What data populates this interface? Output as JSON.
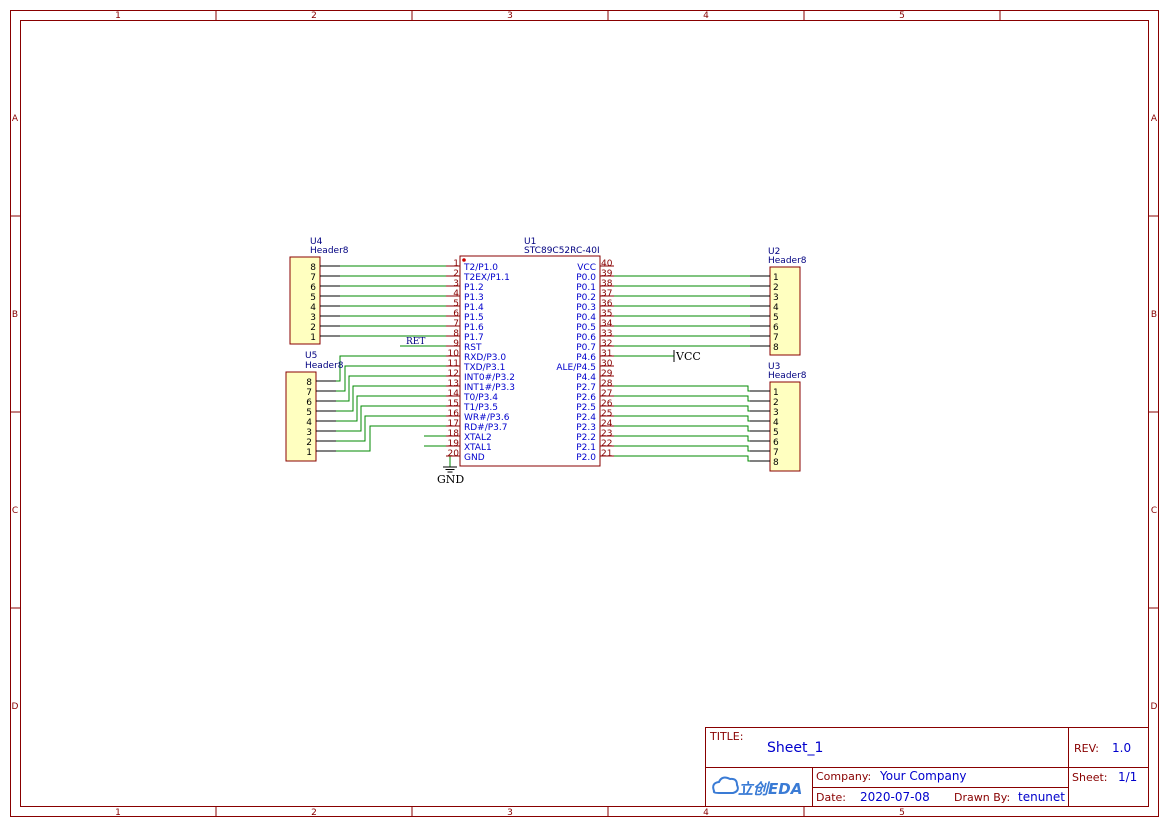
{
  "ruler": {
    "columns": [
      "1",
      "2",
      "3",
      "4",
      "5"
    ],
    "rows": [
      "A",
      "B",
      "C",
      "D"
    ]
  },
  "u1": {
    "designator": "U1",
    "part": "STC89C52RC-40I",
    "left_pins": [
      {
        "num": "1",
        "name": "T2/P1.0"
      },
      {
        "num": "2",
        "name": "T2EX/P1.1"
      },
      {
        "num": "3",
        "name": "P1.2"
      },
      {
        "num": "4",
        "name": "P1.3"
      },
      {
        "num": "5",
        "name": "P1.4"
      },
      {
        "num": "6",
        "name": "P1.5"
      },
      {
        "num": "7",
        "name": "P1.6"
      },
      {
        "num": "8",
        "name": "P1.7"
      },
      {
        "num": "9",
        "name": "RST"
      },
      {
        "num": "10",
        "name": "RXD/P3.0"
      },
      {
        "num": "11",
        "name": "TXD/P3.1"
      },
      {
        "num": "12",
        "name": "INT0#/P3.2"
      },
      {
        "num": "13",
        "name": "INT1#/P3.3"
      },
      {
        "num": "14",
        "name": "T0/P3.4"
      },
      {
        "num": "15",
        "name": "T1/P3.5"
      },
      {
        "num": "16",
        "name": "WR#/P3.6"
      },
      {
        "num": "17",
        "name": "RD#/P3.7"
      },
      {
        "num": "18",
        "name": "XTAL2"
      },
      {
        "num": "19",
        "name": "XTAL1"
      },
      {
        "num": "20",
        "name": "GND"
      }
    ],
    "right_pins": [
      {
        "num": "40",
        "name": "VCC"
      },
      {
        "num": "39",
        "name": "P0.0"
      },
      {
        "num": "38",
        "name": "P0.1"
      },
      {
        "num": "37",
        "name": "P0.2"
      },
      {
        "num": "36",
        "name": "P0.3"
      },
      {
        "num": "35",
        "name": "P0.4"
      },
      {
        "num": "34",
        "name": "P0.5"
      },
      {
        "num": "33",
        "name": "P0.6"
      },
      {
        "num": "32",
        "name": "P0.7"
      },
      {
        "num": "31",
        "name": "P4.6"
      },
      {
        "num": "30",
        "name": "ALE/P4.5"
      },
      {
        "num": "29",
        "name": "P4.4"
      },
      {
        "num": "28",
        "name": "P2.7"
      },
      {
        "num": "27",
        "name": "P2.6"
      },
      {
        "num": "26",
        "name": "P2.5"
      },
      {
        "num": "25",
        "name": "P2.4"
      },
      {
        "num": "24",
        "name": "P2.3"
      },
      {
        "num": "23",
        "name": "P2.2"
      },
      {
        "num": "22",
        "name": "P2.1"
      },
      {
        "num": "21",
        "name": "P2.0"
      }
    ]
  },
  "u4": {
    "designator": "U4",
    "part": "Header8",
    "pins": [
      "8",
      "7",
      "6",
      "5",
      "4",
      "3",
      "2",
      "1"
    ]
  },
  "u5": {
    "designator": "U5",
    "part": "Header8",
    "pins": [
      "8",
      "7",
      "6",
      "5",
      "4",
      "3",
      "2",
      "1"
    ]
  },
  "u2": {
    "designator": "U2",
    "part": "Header8",
    "pins": [
      "1",
      "2",
      "3",
      "4",
      "5",
      "6",
      "7",
      "8"
    ]
  },
  "u3": {
    "designator": "U3",
    "part": "Header8",
    "pins": [
      "1",
      "2",
      "3",
      "4",
      "5",
      "6",
      "7",
      "8"
    ]
  },
  "nets": {
    "ret": "RET",
    "vcc": "VCC",
    "gnd": "GND"
  },
  "colors": {
    "frame": "#880000",
    "wire": "#008800",
    "pin_name": "#0000cc",
    "vcc_pin": "#cc0000",
    "header_fill": "#ffffc0"
  },
  "title_block": {
    "title_label": "TITLE:",
    "title": "Sheet_1",
    "rev_label": "REV:",
    "rev": "1.0",
    "company_label": "Company:",
    "company": "Your Company",
    "sheet_label": "Sheet:",
    "sheet": "1/1",
    "date_label": "Date:",
    "date": "2020-07-08",
    "drawn_label": "Drawn By:",
    "drawn_by": "tenunet",
    "logo_text": "立创EDA"
  }
}
